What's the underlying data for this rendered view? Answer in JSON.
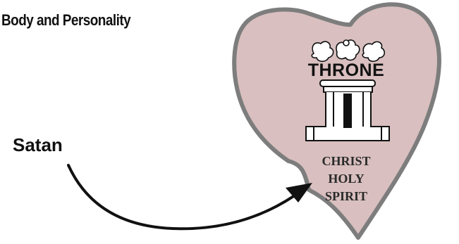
{
  "heading": "Body and Personality",
  "source_label": "Satan",
  "throne_label": "THRONE",
  "center_lines": [
    "CHRIST",
    "HOLY",
    "SPIRIT"
  ],
  "colors": {
    "heart_fill": "#d9bfbf",
    "heart_outline": "#7d7d7d",
    "ink": "#111111"
  }
}
